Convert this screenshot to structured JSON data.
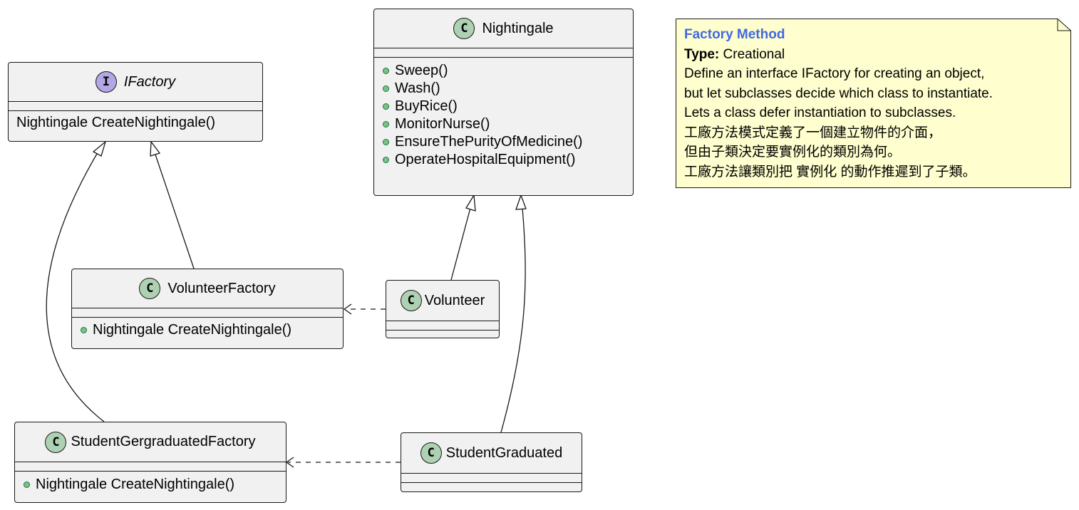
{
  "diagram": {
    "classes": {
      "ifactory": {
        "stereotype_letter": "I",
        "name": "IFactory",
        "methods": [
          "Nightingale CreateNightingale()"
        ]
      },
      "nightingale": {
        "stereotype_letter": "C",
        "name": "Nightingale",
        "methods": [
          "Sweep()",
          "Wash()",
          "BuyRice()",
          "MonitorNurse()",
          "EnsureThePurityOfMedicine()",
          "OperateHospitalEquipment()"
        ]
      },
      "volunteer_factory": {
        "stereotype_letter": "C",
        "name": "VolunteerFactory",
        "methods": [
          "Nightingale CreateNightingale()"
        ]
      },
      "volunteer": {
        "stereotype_letter": "C",
        "name": "Volunteer"
      },
      "student_factory": {
        "stereotype_letter": "C",
        "name": "StudentGergraduatedFactory",
        "methods": [
          "Nightingale CreateNightingale()"
        ]
      },
      "student_graduated": {
        "stereotype_letter": "C",
        "name": "StudentGraduated"
      }
    },
    "note": {
      "title": "Factory Method",
      "type_label": "Type:",
      "type_value": "Creational",
      "lines": [
        "Define an interface IFactory for creating an object,",
        "but let subclasses decide which class to instantiate.",
        "Lets a class defer instantiation to subclasses.",
        "工廠方法模式定義了一個建立物件的介面，",
        "但由子類決定要實例化的類別為何。",
        "工廠方法讓類別把 實例化 的動作推遲到了子類。"
      ]
    },
    "colors": {
      "class_fill": "#f1f1f1",
      "class_badge": "#add1b2",
      "interface_badge": "#b4a7e5",
      "method_dot": "#84be84",
      "note_fill": "#fefece",
      "note_title": "#4169e1",
      "border": "#181818"
    }
  }
}
